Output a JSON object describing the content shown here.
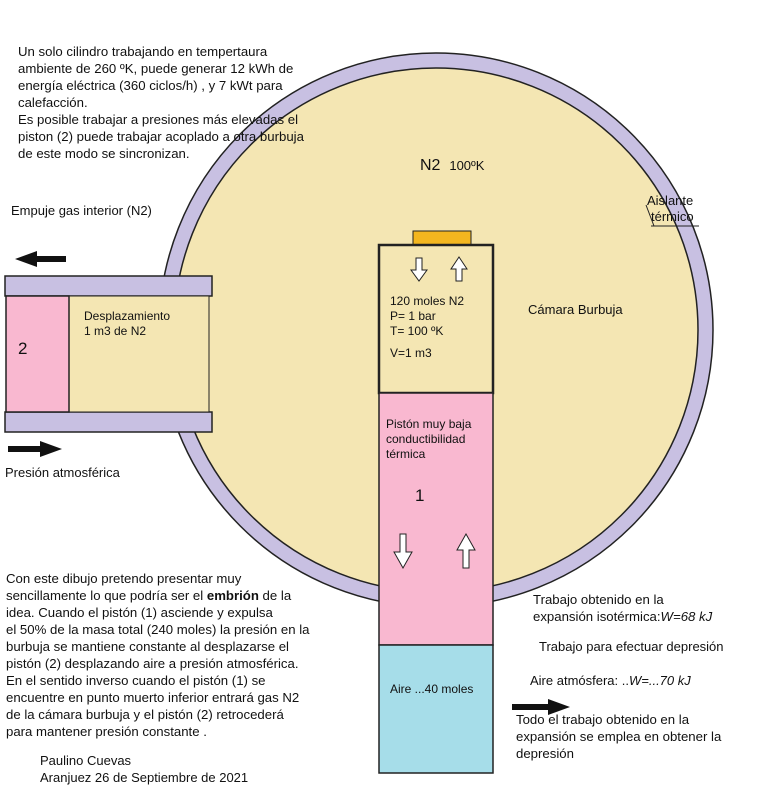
{
  "intro": "Un solo cilindro trabajando en tempertaura\nambiente de 260 ºK, puede generar 12 kWh de\nenergía eléctrica (360 ciclos/h) , y  7 kWt para\ncalefacción.\nEs posible trabajar a presiones más elevadas el\npiston (2) puede trabajar acoplado a otra burbuja\n de este modo se sincronizan.",
  "n2": "N2",
  "n2_temp": "100ºK",
  "aislante_line1": "Aislante",
  "aislante_line2": "térmico",
  "camara": "Cámara Burbuja",
  "empuje": "Empuje gas interior (N2)",
  "presion_atm": "Presión atmosférica",
  "desplazamiento": "Desplazamiento\n1 m3 de N2",
  "piston2_label": "2",
  "gas_state": "120 moles N2\n P= 1 bar\nT=  100 ºK",
  "gas_volume": "V=1 m3",
  "piston1_desc": "Pistón muy baja\nconductibilidad\n térmica",
  "piston1_label": "1",
  "aire_moles": "Aire ...40 moles",
  "trabajo_exp": "Trabajo obtenido en la\nexpansión isotérmica:",
  "trabajo_exp_value": "W=68 kJ",
  "trabajo_dep": "Trabajo para efectuar depresión",
  "aire_atm": "Aire atmósfera: ..",
  "aire_atm_value": "W=...70 kJ",
  "todo_trabajo": "Todo el trabajo obtenido en la\nexpansión se emplea en obtener la\ndepresión",
  "desc_part1": "Con este dibujo pretendo presentar muy\nsencillamente lo que podría ser el ",
  "desc_bold": "embrión",
  "desc_part2": " de la\nidea. Cuando el pistón (1) asciende y expulsa\nel 50% de la masa total (240 moles) la presión en la\nburbuja se mantiene constante al desplazarse el\npistón (2) desplazando aire a presión atmosférica.\nEn el sentido inverso cuando el pistón (1) se\nencuentre en punto muerto inferior entrará gas N2\nde la cámara burbuja y el pistón (2) retrocederá\npara mantener presión constante .",
  "author": "Paulino Cuevas",
  "date_place": "Aranjuez 26 de Septiembre de 2021",
  "colors": {
    "chamber": "#f4e6b3",
    "insulation": "#c8c0e2",
    "piston": "#f9b8d0",
    "air": "#a6dde9",
    "valve": "#f3b61f"
  }
}
